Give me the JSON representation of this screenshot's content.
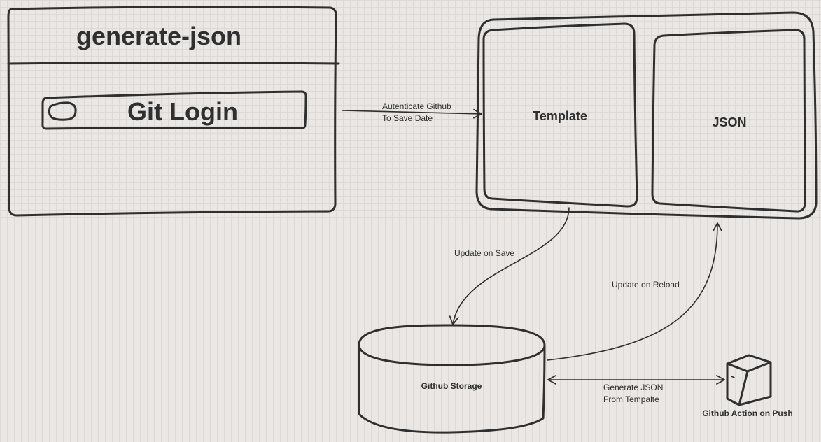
{
  "app_card": {
    "title": "generate-json",
    "login_button": "Git Login"
  },
  "editor": {
    "template_label": "Template",
    "json_label": "JSON"
  },
  "arrows": {
    "auth_line1": "Autenticate Github",
    "auth_line2": "To Save Date",
    "update_on_save": "Update on Save",
    "update_on_reload": "Update on Reload",
    "generate_line1": "Generate JSON",
    "generate_line2": "From Tempalte"
  },
  "storage": {
    "label": "Github Storage"
  },
  "action": {
    "label": "Github Action on Push"
  },
  "colors": {
    "ink": "#2f2f2f",
    "paper": "#eae7e4",
    "grid": "#dcd9d6"
  }
}
